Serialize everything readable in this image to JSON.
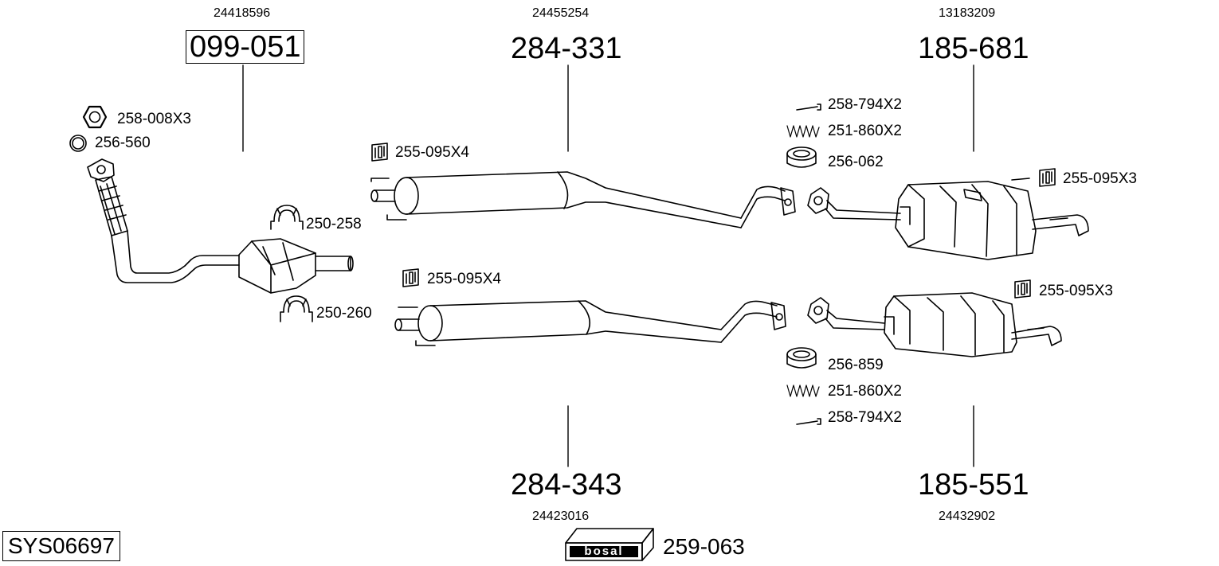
{
  "diagram": {
    "system_code": "SYS06697",
    "brand_logo_text": "bosal",
    "brand_part": "259-063",
    "main_parts": {
      "front_pipe": {
        "number": "099-051",
        "oem": "24418596"
      },
      "mid_upper": {
        "number": "284-331",
        "oem": "24455254"
      },
      "mid_lower": {
        "number": "284-343",
        "oem": "24423016"
      },
      "rear_upper": {
        "number": "185-681",
        "oem": "13183209"
      },
      "rear_lower": {
        "number": "185-551",
        "oem": "24432902"
      }
    },
    "accessories": {
      "nut": "258-008X3",
      "ring": "256-560",
      "clamp_upper": "250-258",
      "clamp_lower": "250-260",
      "rubber_mid_upper": "255-095X4",
      "rubber_mid_lower": "255-095X4",
      "bolt_upper": "258-794X2",
      "spring_upper": "251-860X2",
      "gasket_upper": "256-062",
      "rubber_rear_upper": "255-095X3",
      "rubber_rear_lower": "255-095X3",
      "gasket_lower": "256-859",
      "spring_lower": "251-860X2",
      "bolt_lower": "258-794X2"
    }
  }
}
